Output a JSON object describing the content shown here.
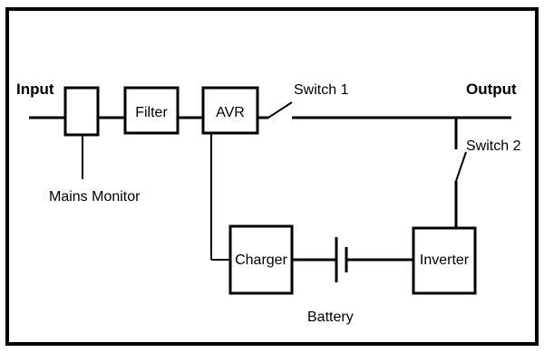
{
  "labels": {
    "input": "Input",
    "output": "Output",
    "switch1": "Switch 1",
    "switch2": "Switch 2",
    "mains_monitor": "Mains Monitor",
    "battery": "Battery"
  },
  "blocks": {
    "filter": "Filter",
    "avr": "AVR",
    "charger": "Charger",
    "inverter": "Inverter"
  },
  "colors": {
    "line": "#000000",
    "background": "#ffffff"
  }
}
